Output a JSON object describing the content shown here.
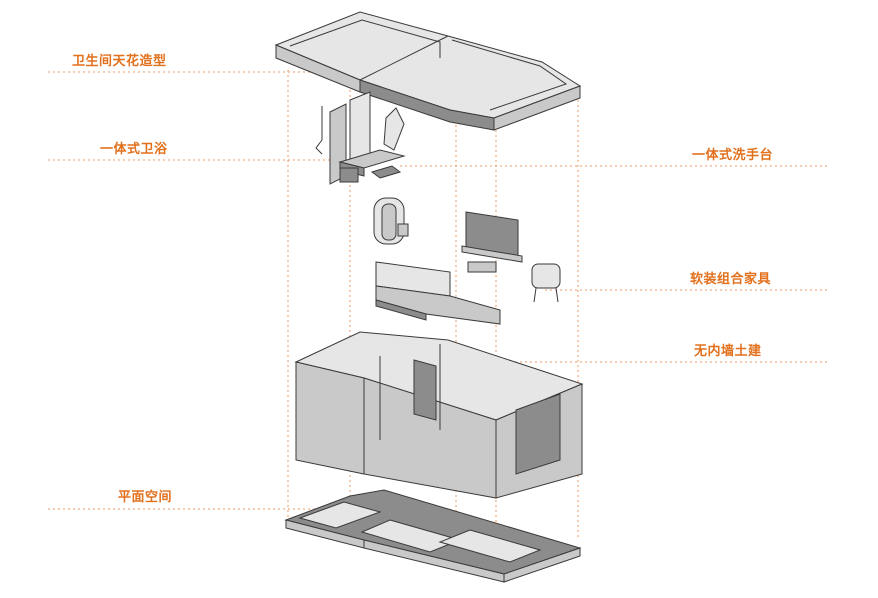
{
  "colors": {
    "label": "#e2711d",
    "guide": "#e89a66",
    "line": "#3a3a3a",
    "fill": "#c9c9c9",
    "fill_dark": "#8c8c8c",
    "fill_light": "#e6e6e6"
  },
  "labels": {
    "ceiling": "卫生间天花造型",
    "bathroom": "一体式卫浴",
    "washbasin": "一体式洗手台",
    "furniture": "软装组合家具",
    "no_walls": "无内墙土建",
    "floor_plan": "平面空间"
  }
}
